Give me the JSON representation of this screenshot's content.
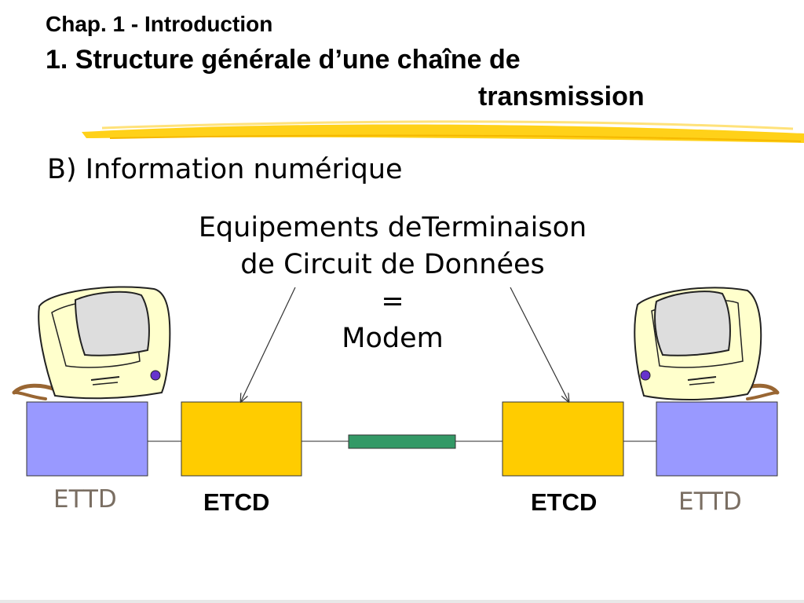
{
  "header": {
    "chapter": "Chap. 1 - Introduction",
    "title_line1": "1. Structure générale d’une chaîne de",
    "title_line2": "transmission"
  },
  "section": {
    "subtitle": "B) Information numérique"
  },
  "annotation": {
    "lines": [
      "Equipements deTerminaison",
      "de Circuit de Données",
      "=",
      "Modem"
    ]
  },
  "diagram": {
    "left_terminal_label": "ETTD",
    "left_modem_label": "ETCD",
    "right_modem_label": "ETCD",
    "right_terminal_label": "ETTD",
    "colors": {
      "ettd_box": "#9999ff",
      "etcd_box": "#ffcc00",
      "channel": "#339966",
      "computer_body": "#ffffcc",
      "screen": "#dddddd",
      "power_button": "#6633cc",
      "underline_highlight": "#ffcc00",
      "ettd_label": "#7a6e62"
    }
  }
}
